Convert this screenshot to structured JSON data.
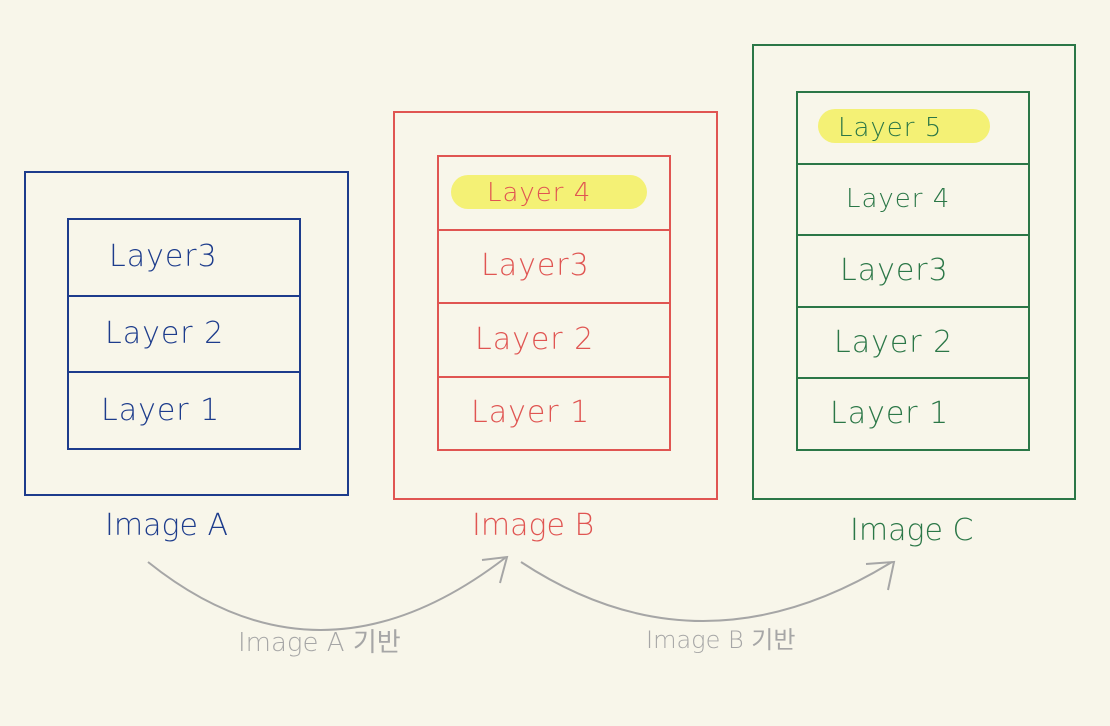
{
  "colors": {
    "a": "#1d3c8c",
    "b": "#e05552",
    "c": "#2b7747",
    "arrow": "#a6a6a6",
    "highlight": "#f3f06a"
  },
  "images": [
    {
      "label": "Image A",
      "layers": [
        "Layer3",
        "Layer 2",
        "Layer 1"
      ],
      "highlighted": null
    },
    {
      "label": "Image B",
      "layers": [
        "Layer 4",
        "Layer3",
        "Layer 2",
        "Layer 1"
      ],
      "highlighted": "Layer 4"
    },
    {
      "label": "Image C",
      "layers": [
        "Layer 5",
        "Layer 4",
        "Layer3",
        "Layer 2",
        "Layer 1"
      ],
      "highlighted": "Layer 5"
    }
  ],
  "arrows": [
    {
      "label": "Image A 기반"
    },
    {
      "label": "Image B 기반"
    }
  ]
}
